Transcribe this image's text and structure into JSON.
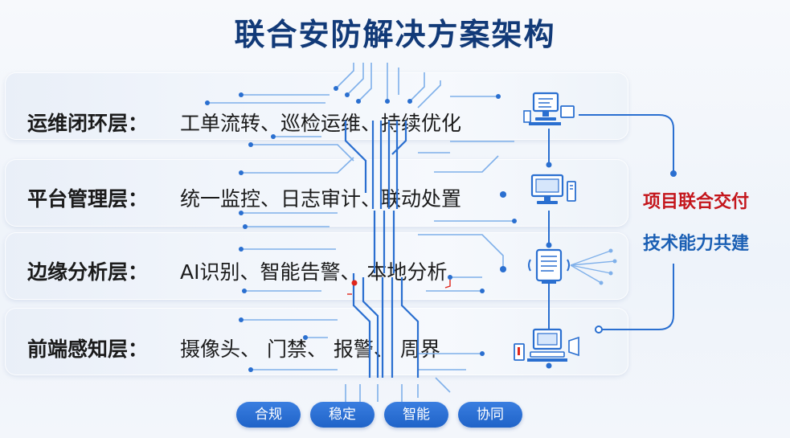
{
  "title": "联合安防解决方案架构",
  "layers": [
    {
      "name": "运维闭环层：",
      "desc": "工单流转、巡检运维、持续优化"
    },
    {
      "name": "平台管理层：",
      "desc": "统一监控、日志审计、联动处置"
    },
    {
      "name": "边缘分析层：",
      "desc": "AI识别、智能告警、 本地分析"
    },
    {
      "name": "前端感知层：",
      "desc": "摄像头、 门禁、 报警、 周界"
    }
  ],
  "side_labels": [
    {
      "text": "项目联合交付",
      "color": "#c4161c"
    },
    {
      "text": "技术能力共建",
      "color": "#1a5fb4"
    }
  ],
  "pills": [
    "合规",
    "稳定",
    "智能",
    "协同"
  ],
  "colors": {
    "title": "#123a78",
    "circuit": "#2a6fd0",
    "circuit_light": "#7fb0ea",
    "pill": "#1f63c8",
    "accent_red": "#e0251b"
  },
  "icons": [
    "computer-workstation-icon",
    "desktop-monitor-icon",
    "edge-server-icon",
    "camera-terminal-icon"
  ]
}
